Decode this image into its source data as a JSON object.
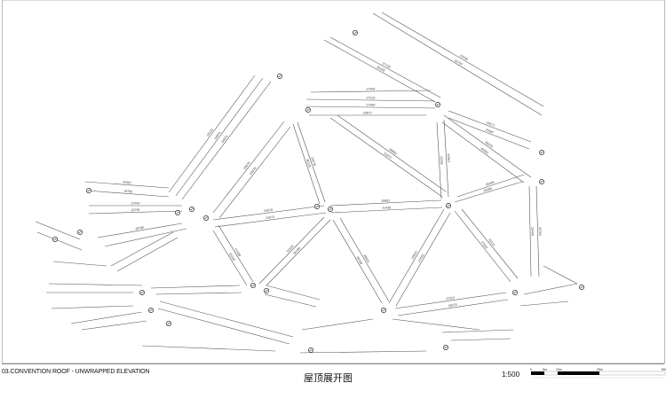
{
  "drawing": {
    "title": "03.CONVENTION ROOF - UNWRAPPED ELEVATION",
    "title_cn": "屋顶展开图",
    "scale": "1:500",
    "scale_bar_labels": [
      "0",
      "5m",
      "10m",
      "25m",
      "50m"
    ],
    "dimension_labels": [
      "29678",
      "29678",
      "34976",
      "34976",
      "36125",
      "36125",
      "34978",
      "34978",
      "31873",
      "31873",
      "39882",
      "39882",
      "41438",
      "41438",
      "31630",
      "31630",
      "36189",
      "36189",
      "29623",
      "29623",
      "47692",
      "47692",
      "33110",
      "33110",
      "36078",
      "36078",
      "40952",
      "40952",
      "30286",
      "30286",
      "26499",
      "26499",
      "32764",
      "32764",
      "29438",
      "29438",
      "27132",
      "27132",
      "27964",
      "27964",
      "25671",
      "25671",
      "25087",
      "25087",
      "19780",
      "19780",
      "18795",
      "18795"
    ],
    "colors": {
      "line": "#555555",
      "frame": "#888888",
      "ink": "#111111"
    }
  }
}
